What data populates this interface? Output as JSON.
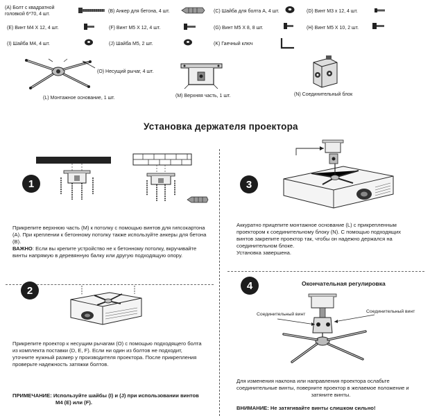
{
  "parts": {
    "a": "(A)  Болт  с  квадратной головкой 6*70, 4 шт.",
    "b": "(B) Анкер для бетона, 4 шт.",
    "c": "(C) Шайба для болта А, 4 шт.",
    "d": "(D) Винт М3 x 12, 4 шт.",
    "e": "(E) Винт М4 X 12, 4 шт.",
    "f": "(F) Винт М5 X 12, 4 шт.",
    "g": "(G) Винт М5 X 8, 8 шт.",
    "h": "(H) Винт М5 X 10, 2 шт.",
    "i": "(I) Шайба М4, 4 шт.",
    "j": "(J) Шайба М5, 2 шт.",
    "k": "(K) Гаечный ключ",
    "o": "(O) Несущий рычаг, 4 шт.",
    "l": "(L) Монтажное основание, 1 шт.",
    "m": "(M) Верхняя часть, 1 шт.",
    "n": "(N) Соединительный блок"
  },
  "title": "Установка держателя проектора",
  "steps": {
    "s1": {
      "num": "1",
      "line1": "Прикрепите верхнюю часть (M) к потолку с помощью винтов для гипсокартона",
      "line2": "(A). При креплении к бетонному потолку также используйте анкеры для бетона",
      "line3": "(B).",
      "warn_label": "ВАЖНО",
      "warn_text": ": Если вы крепите устройство не к бетонному потолку, вкручивайте",
      "line5": "винты напрямую в деревянную балку или другую подходящую опору."
    },
    "s2": {
      "num": "2",
      "line1": "Прикрепите проектор к несущим рычагам (O) с помощью подходящего болта",
      "line2": "из комплекта поставки (D, E, F). Если ни один из болтов не подходит,",
      "line3": "уточните нужный размер у производителя проектора. После прикрепления",
      "line4": "проверьте надежность затяжки болтов.",
      "note_line1": "ПРИМЕЧАНИЕ: Используйте шайбы (I) и (J) при использовании винтов",
      "note_line2": "М4 (E) или (F)."
    },
    "s3": {
      "num": "3",
      "line1": "Аккуратно прицепите монтажное основание (L) с прикрепленным",
      "line2": "проектором к соединительному блоку (N). С помощью подходящих",
      "line3": "винтов закрепите проектор так, чтобы он надежно держался на",
      "line4": "соединительном блоке.",
      "line5": "Установка завершена."
    },
    "s4": {
      "num": "4",
      "heading": "Окончательная регулировка",
      "callout_left": "Соединительный винт",
      "callout_right": "Соединительный винт",
      "line1": "Для изменения наклона или направления проектора ослабьте",
      "line2": "соединительные винты, поверните проектор в желаемое положение и",
      "line3": "затяните винты.",
      "warn": "ВНИМАНИЕ: Не затягивайте винты слишком сильно!"
    }
  }
}
